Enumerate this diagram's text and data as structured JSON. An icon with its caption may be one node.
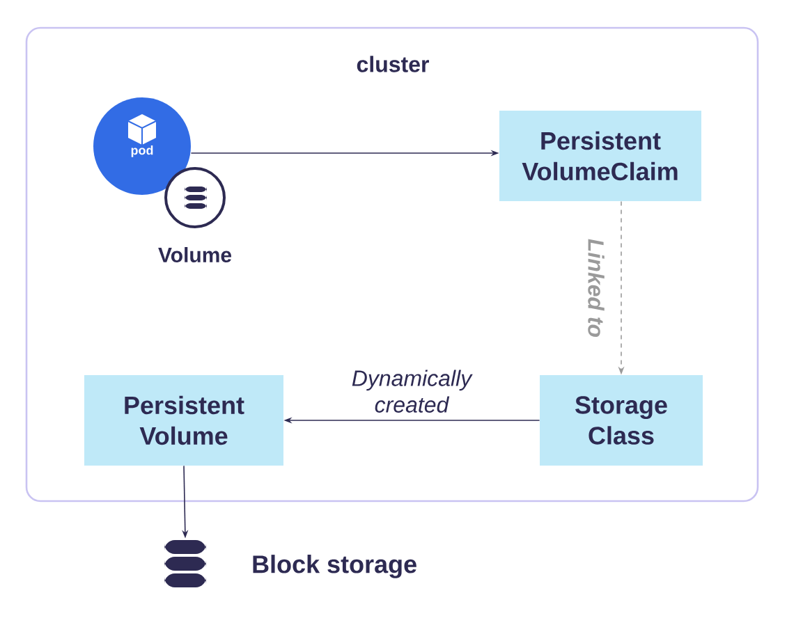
{
  "diagram": {
    "nodes": [
      {
        "text": [
          "cluster"
        ]
      },
      {
        "text": [
          "pod"
        ],
        "in": 0
      },
      {
        "text": [],
        "shape": "cylinder",
        "beside": [
          "Volume"
        ],
        "in": 0
      },
      {
        "text": [
          "Persistent VolumeClaim"
        ],
        "in": 0
      },
      {
        "text": [
          "Persistent Volume"
        ],
        "in": 0
      },
      {
        "text": [
          "Storage Class"
        ],
        "in": 0
      },
      {
        "text": [],
        "shape": "cylinder",
        "beside": [
          "Block storage"
        ]
      }
    ],
    "edges": [
      {
        "from": 1,
        "to": 3,
        "arrow": "to"
      },
      {
        "from": 3,
        "to": 5,
        "arrow": "to",
        "label": "Linked to",
        "style": "dashed",
        "color": "#9a9a9a"
      },
      {
        "from": 5,
        "to": 4,
        "arrow": "to",
        "label": "Dynamically created"
      },
      {
        "from": 4,
        "to": 6,
        "arrow": "to"
      }
    ]
  }
}
